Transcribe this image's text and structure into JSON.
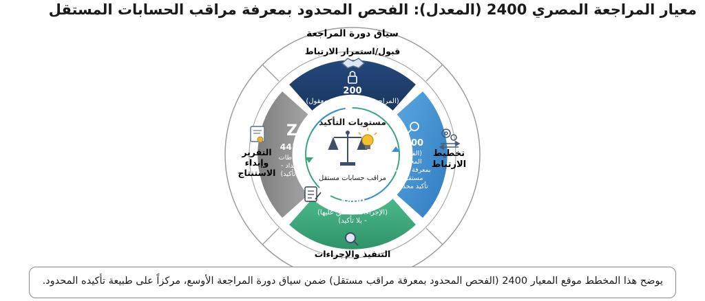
{
  "title": "معيار المراجعة المصري 2400 (المعدل): الفحص المحدود بمعرفة مراقب الحسابات المستقل",
  "outer_ring": {
    "heading": "سياق دورة المراجعة",
    "acceptance": "قبول/استمرار الارتباط",
    "planning_line1": "تخطيط",
    "planning_line2": "الارتباط",
    "execution": "التنفيذ والإجراءات",
    "reporting_line1": "التقرير",
    "reporting_line2": "وإبداء",
    "reporting_line3": "الاستنتاج"
  },
  "segments": {
    "s200": {
      "code": "200",
      "desc": "(المراجعة الكاملة - تأكيد معقول)",
      "color": "#1f3f6e"
    },
    "s2400": {
      "code": "2400",
      "desc_lines": [
        "(الفحص",
        "المحدود",
        "بمعرفة مراقب",
        "مستقل -",
        "تأكيد محدود)"
      ],
      "color": "#3e8fd1"
    },
    "s4400": {
      "code": "4400",
      "desc_lines": [
        "(الإجراءات المتفق عليها)",
        "- بلا تأكيد)"
      ],
      "color": "#3aa57a"
    },
    "s4410": {
      "code": "4410",
      "desc_lines": [
        "(ارتباطات",
        "الإعداد -",
        "بلا تأكيد)"
      ],
      "color": "#8d8d8d"
    }
  },
  "center": {
    "heading": "مستويات التأكيد",
    "subtitle": "مراقب حسابات مستقل"
  },
  "caption": "يوضح هذا المخطط موقع المعيار 2400 (الفحص المحدود بمعرفة مراقب مستقل) ضمن سياق دورة المراجعة الأوسع، مركزاً على طبيعة تأكيده المحدود."
}
